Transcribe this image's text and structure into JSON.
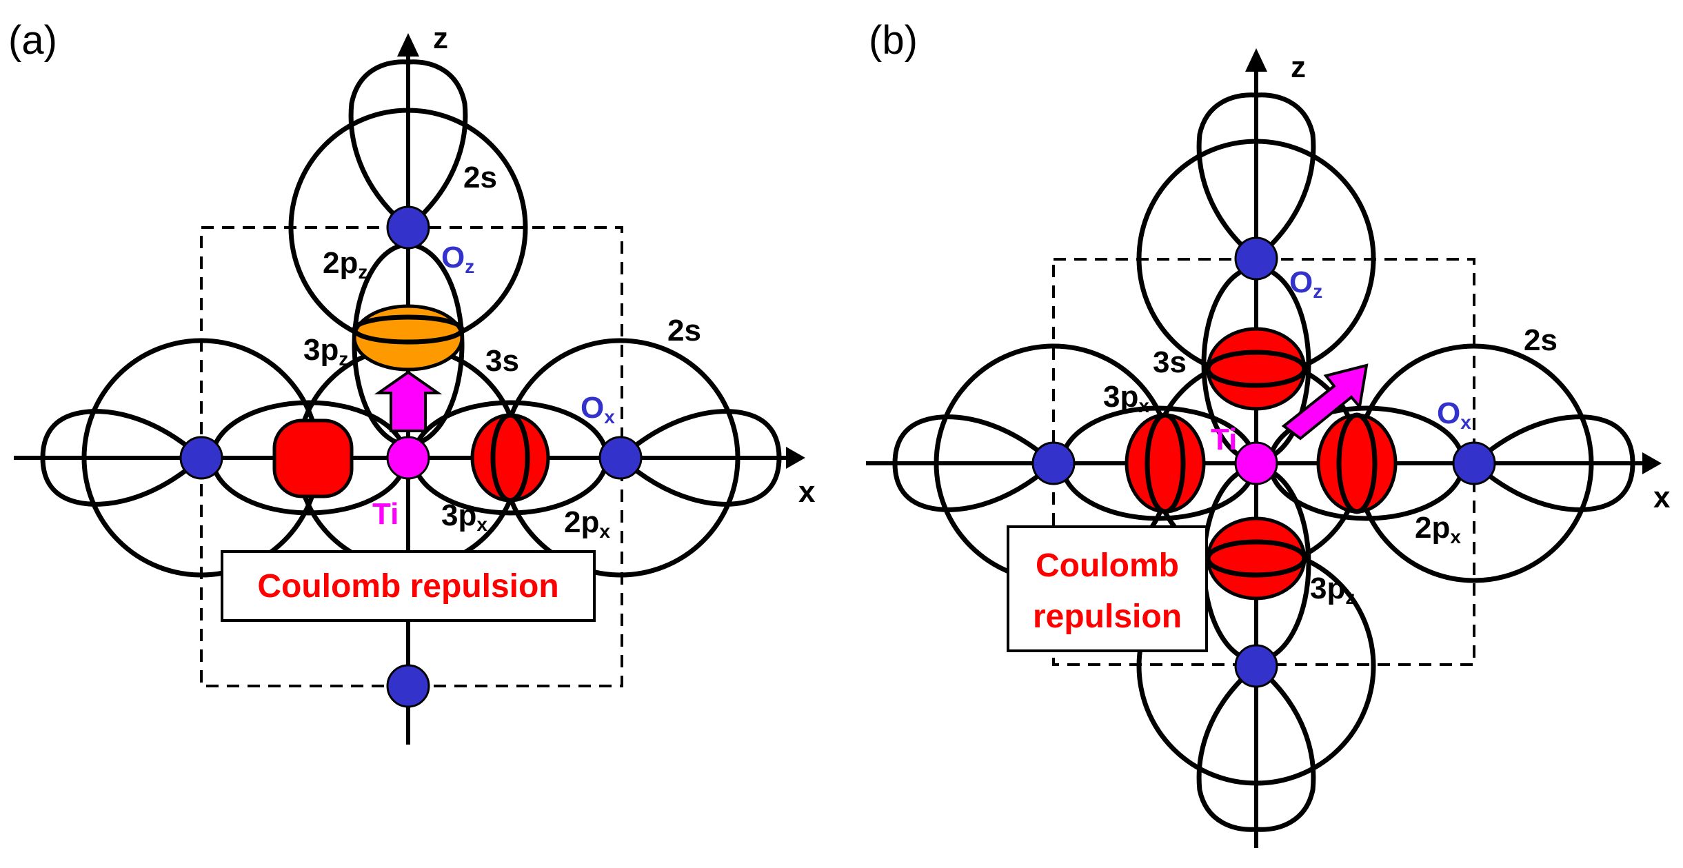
{
  "figure": {
    "panel_a": {
      "label": "(a)",
      "axis_x": "x",
      "axis_z": "z",
      "orbitals": {
        "s2_top": "2s",
        "s2_right": "2s",
        "p2z_main": "2p",
        "p2z_sub": "z",
        "p3z_main": "3p",
        "p3z_sub": "z",
        "s3": "3s",
        "p3x_main": "3p",
        "p3x_sub": "x",
        "p2x_main": "2p",
        "p2x_sub": "x"
      },
      "atoms": {
        "oz_main": "O",
        "oz_sub": "z",
        "ox_main": "O",
        "ox_sub": "x",
        "ti": "Ti"
      },
      "callout": "Coulomb repulsion"
    },
    "panel_b": {
      "label": "(b)",
      "axis_x": "x",
      "axis_z": "z",
      "orbitals": {
        "s2_right": "2s",
        "s3": "3s",
        "p3x_main": "3p",
        "p3x_sub": "x",
        "p2x_main": "2p",
        "p2x_sub": "x",
        "p3z_main": "3p",
        "p3z_sub": "z"
      },
      "atoms": {
        "oz_main": "O",
        "oz_sub": "z",
        "ox_main": "O",
        "ox_sub": "x",
        "ti": "Ti"
      },
      "callout_line1": "Coulomb",
      "callout_line2": "repulsion"
    },
    "colors": {
      "oxygen": "#3333cc",
      "titanium": "#ff00ff",
      "repulsion_lobe": "#ff0000",
      "shifted_lobe": "#ff9900",
      "callout_text": "#ff0000"
    }
  }
}
